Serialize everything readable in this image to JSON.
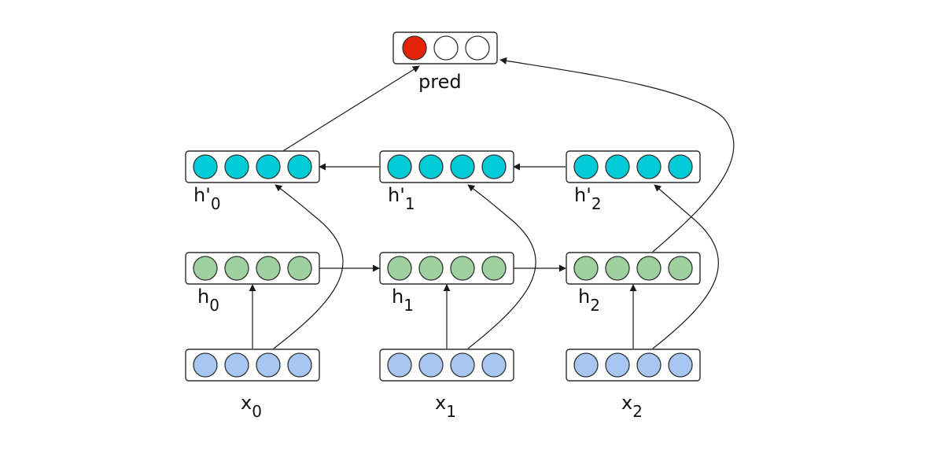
{
  "diagram": {
    "colors": {
      "input": "#a7c7f2",
      "forward": "#9fd0a0",
      "backward": "#00cbd6",
      "pred_active": "#e3220a",
      "pred_inactive": "#ffffff"
    },
    "inputs": [
      {
        "base": "x",
        "sub": "0"
      },
      {
        "base": "x",
        "sub": "1"
      },
      {
        "base": "x",
        "sub": "2"
      }
    ],
    "forward_states": [
      {
        "base": "h",
        "sub": "0"
      },
      {
        "base": "h",
        "sub": "1"
      },
      {
        "base": "h",
        "sub": "2"
      }
    ],
    "backward_states": [
      {
        "base": "h'",
        "sub": "0"
      },
      {
        "base": "h'",
        "sub": "1"
      },
      {
        "base": "h'",
        "sub": "2"
      }
    ],
    "output": {
      "label": "pred",
      "units": 3,
      "active_index": 0
    },
    "units_per_state": 4
  }
}
